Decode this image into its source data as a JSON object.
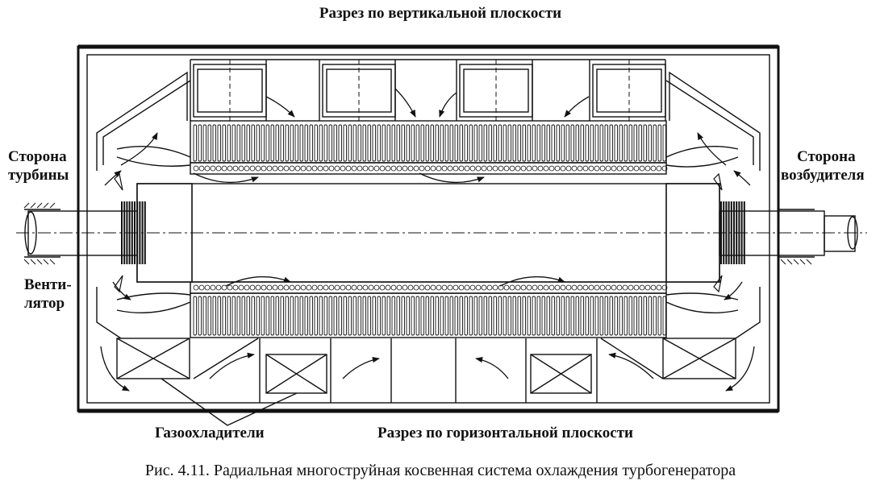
{
  "labels": {
    "top_section": "Разрез по вертикальной плоскости",
    "bottom_section": "Разрез по горизонтальной плоскости",
    "turbine_side_1": "Сторона",
    "turbine_side_2": "турбины",
    "exciter_side_1": "Сторона",
    "exciter_side_2": "возбудителя",
    "fan_1": "Венти-",
    "fan_2": "лятор",
    "gas_coolers": "Газоохладители"
  },
  "caption": "Рис. 4.11. Радиальная многоструйная косвенная система охлаждения турбогенератора"
}
